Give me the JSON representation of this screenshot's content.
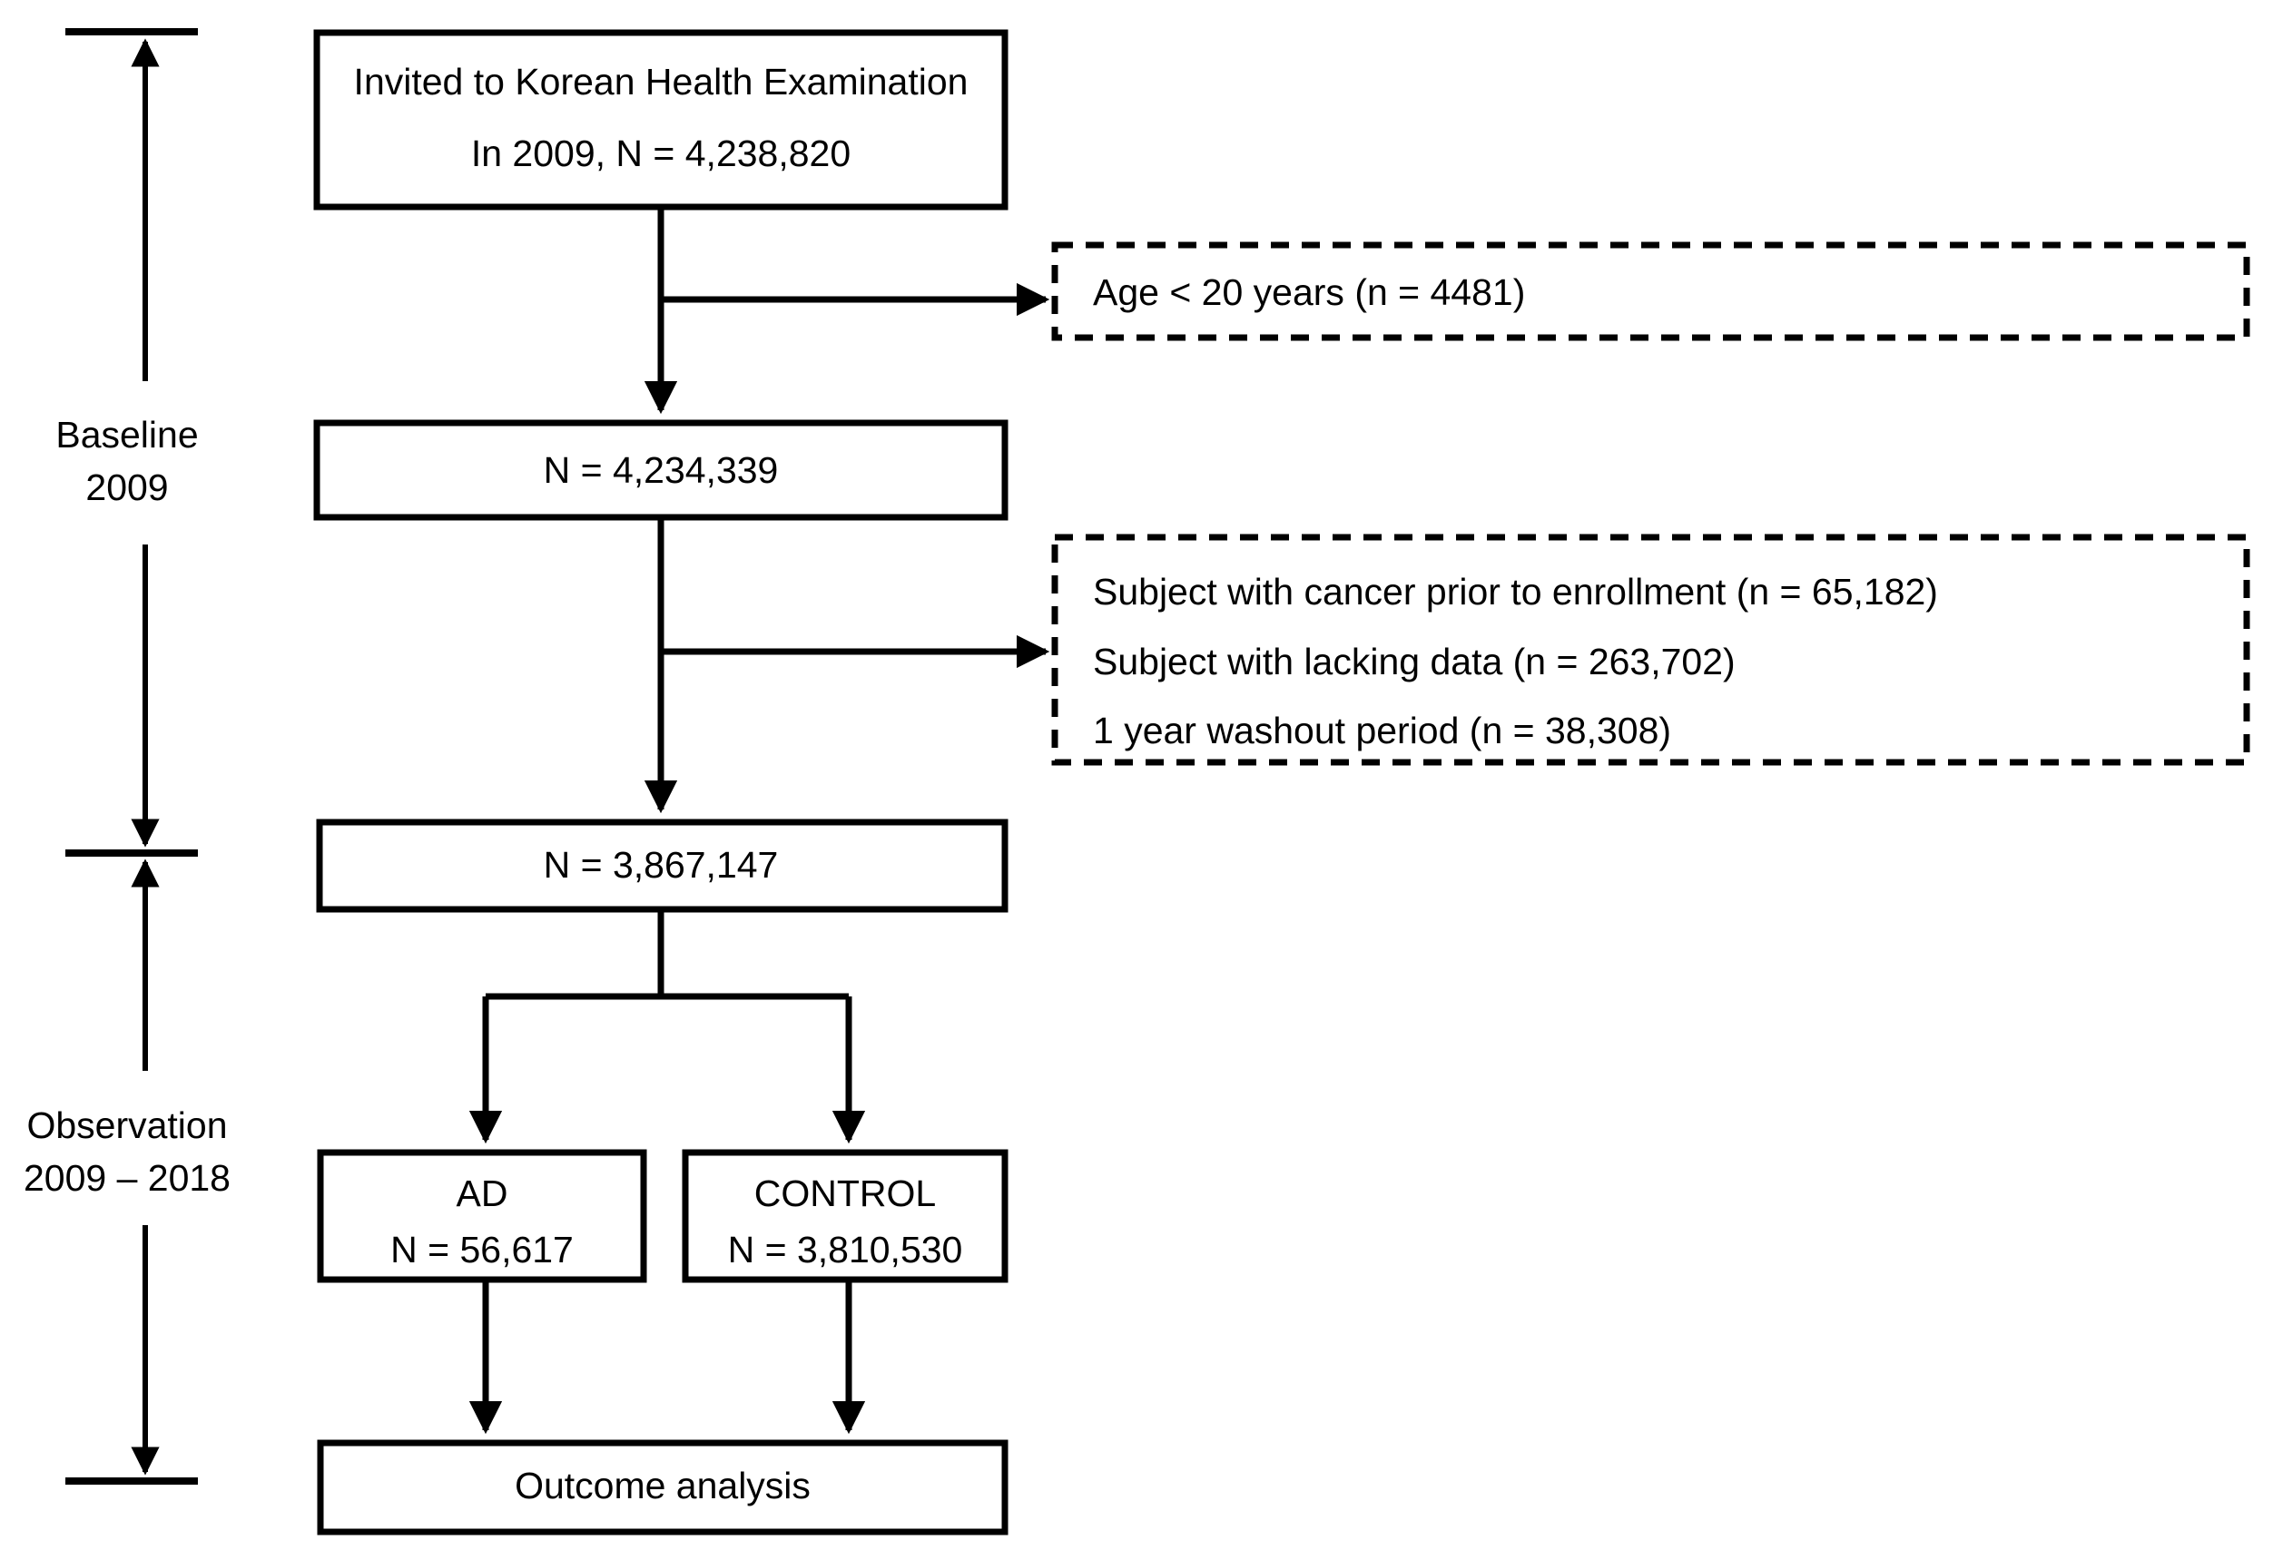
{
  "figure": {
    "type": "flow-diagram",
    "title": "Study population flow diagram"
  },
  "timeline": {
    "phases": [
      {
        "name": "baseline",
        "label_line1": "Baseline",
        "label_line2": "2009"
      },
      {
        "name": "observation",
        "label_line1": "Observation",
        "label_line2": "2009 – 2018"
      }
    ]
  },
  "nodes": {
    "invited": {
      "line1": "Invited to Korean Health Examination",
      "line2": "In 2009, N = 4,238,820"
    },
    "after_age_exclusion": {
      "line1": "N = 4,234,339"
    },
    "after_all_exclusions": {
      "line1": "N = 3,867,147"
    },
    "ad_group": {
      "line1": "AD",
      "line2": "N = 56,617"
    },
    "control_group": {
      "line1": "CONTROL",
      "line2": "N = 3,810,530"
    },
    "outcome": {
      "line1": "Outcome analysis"
    }
  },
  "exclusions": {
    "first": {
      "items": [
        "Age < 20 years (n = 4481)"
      ]
    },
    "second": {
      "items": [
        "Subject with cancer prior to enrollment (n = 65,182)",
        "Subject with lacking data (n = 263,702)",
        "1 year washout period (n = 38,308)"
      ]
    }
  },
  "colors": {
    "stroke": "#000000",
    "fill": "#ffffff"
  }
}
